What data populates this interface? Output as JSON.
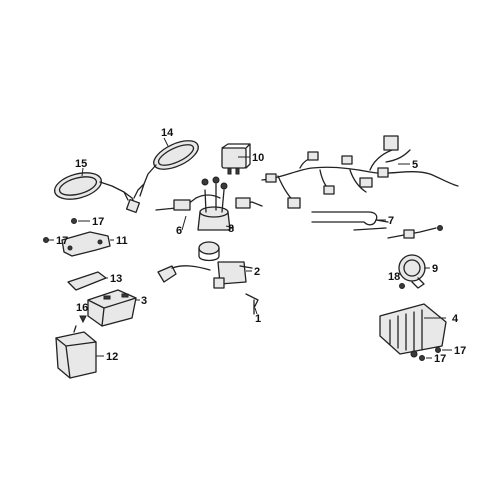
{
  "callouts": {
    "c1": "1",
    "c2": "2",
    "c3": "3",
    "c4": "4",
    "c5": "5",
    "c6": "6",
    "c7": "7",
    "c8": "8",
    "c9": "9",
    "c10": "10",
    "c11": "11",
    "c12": "12",
    "c13": "13",
    "c14": "14",
    "c15": "15",
    "c16": "16",
    "c17a": "17",
    "c17b": "17",
    "c17c": "17",
    "c17d": "17",
    "c18": "18"
  }
}
